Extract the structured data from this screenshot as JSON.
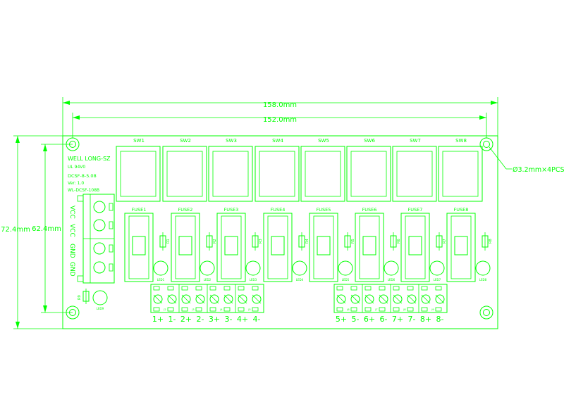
{
  "colors": {
    "line": "#00ff00",
    "background": "#ffffff"
  },
  "dimensions": {
    "outer_width": "158.0mm",
    "inner_width": "152.0mm",
    "outer_height": "72.4mm",
    "inner_height": "62.4mm",
    "hole_callout": "Ø3.2mm×4PCS"
  },
  "board_text": {
    "maker": "WELL LONG-SZ",
    "ul": "UL 94V0",
    "part": "DCSF-8-5.08",
    "ver": "Ver: 1.0",
    "model": "WL-DCSF-108B"
  },
  "switches": [
    "SW1",
    "SW2",
    "SW3",
    "SW4",
    "SW5",
    "SW6",
    "SW7",
    "SW8"
  ],
  "fuses": [
    "FUSE1",
    "FUSE2",
    "FUSE3",
    "FUSE4",
    "FUSE5",
    "FUSE6",
    "FUSE7",
    "FUSE8"
  ],
  "resistors": [
    "R1",
    "R2",
    "R3",
    "R4",
    "R5",
    "R6",
    "R7",
    "R8",
    "R9"
  ],
  "leds": [
    "LED1",
    "LED2",
    "LED3",
    "LED4",
    "LED5",
    "LED6",
    "LED7",
    "LED8",
    "LED9"
  ],
  "input_pins": [
    "VCC",
    "VCC",
    "GND",
    "GND"
  ],
  "output_labels_left": [
    "1+",
    "1-",
    "2+",
    "2-",
    "3+",
    "3-",
    "4+",
    "4-"
  ],
  "output_labels_right": [
    "5+",
    "5-",
    "6+",
    "6-",
    "7+",
    "7-",
    "8+",
    "8-"
  ],
  "terminal_ids_left": [
    "J2",
    "J3",
    "J4",
    "J5"
  ],
  "terminal_ids_right": [
    "J6",
    "J7",
    "J8",
    "J9"
  ]
}
